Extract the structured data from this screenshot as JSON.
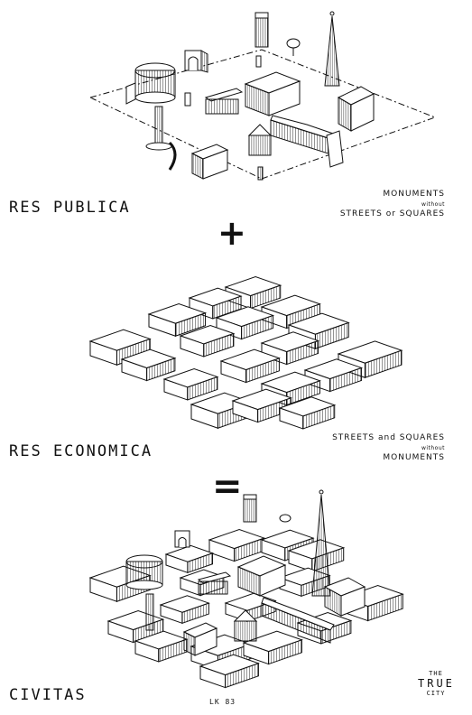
{
  "panels": {
    "top": {
      "label": "RES PUBLICA",
      "note": [
        "MONUMENTS",
        "without",
        "STREETS or SQUARES"
      ]
    },
    "middle": {
      "label": "RES ECONOMICA",
      "note": [
        "STREETS and SQUARES",
        "without",
        "MONUMENTS"
      ]
    },
    "bottom": {
      "label": "CIVITAS",
      "note": [
        "THE",
        "TRUE",
        "CITY"
      ]
    }
  },
  "operators": {
    "plus": "+",
    "equals": "="
  },
  "signature": "LK 83",
  "colors": {
    "ink": "#111111",
    "paper": "#ffffff"
  }
}
